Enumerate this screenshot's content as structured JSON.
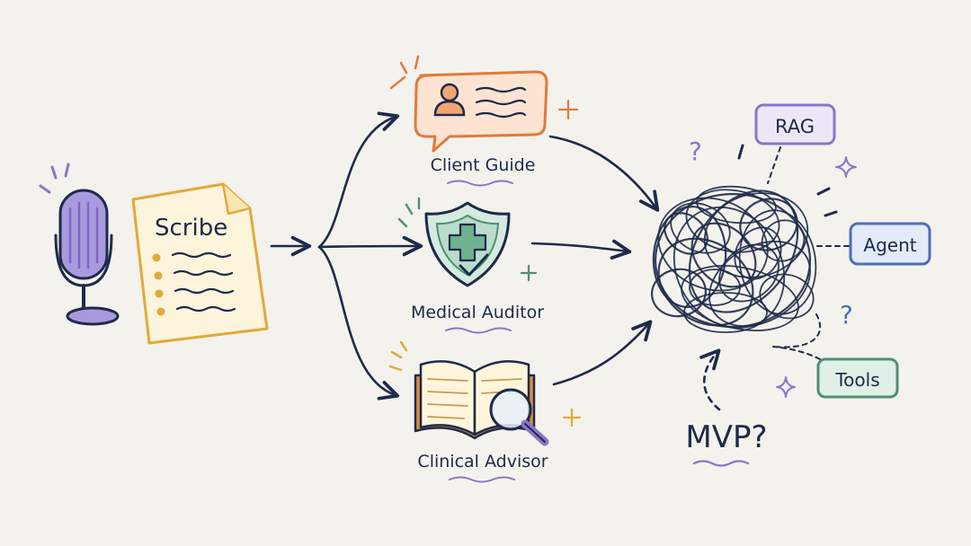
{
  "colors": {
    "background": "#f4f2ec",
    "ink": "#1e2a4a",
    "purple": "#8a76c9",
    "orange": "#e07a3c",
    "green": "#4f8f72",
    "gold": "#e0aa3a",
    "blue": "#4a6fb6"
  },
  "scribe": {
    "label": "Scribe",
    "icon": "microphone-icon"
  },
  "branches": [
    {
      "label": "Client Guide",
      "icon": "chat-profile-icon"
    },
    {
      "label": "Medical Auditor",
      "icon": "shield-cross-check-icon"
    },
    {
      "label": "Clinical Advisor",
      "icon": "book-magnifier-icon"
    }
  ],
  "tangle": {
    "tags": [
      {
        "label": "RAG"
      },
      {
        "label": "Agent"
      },
      {
        "label": "Tools"
      }
    ],
    "question_label": "MVP?"
  }
}
